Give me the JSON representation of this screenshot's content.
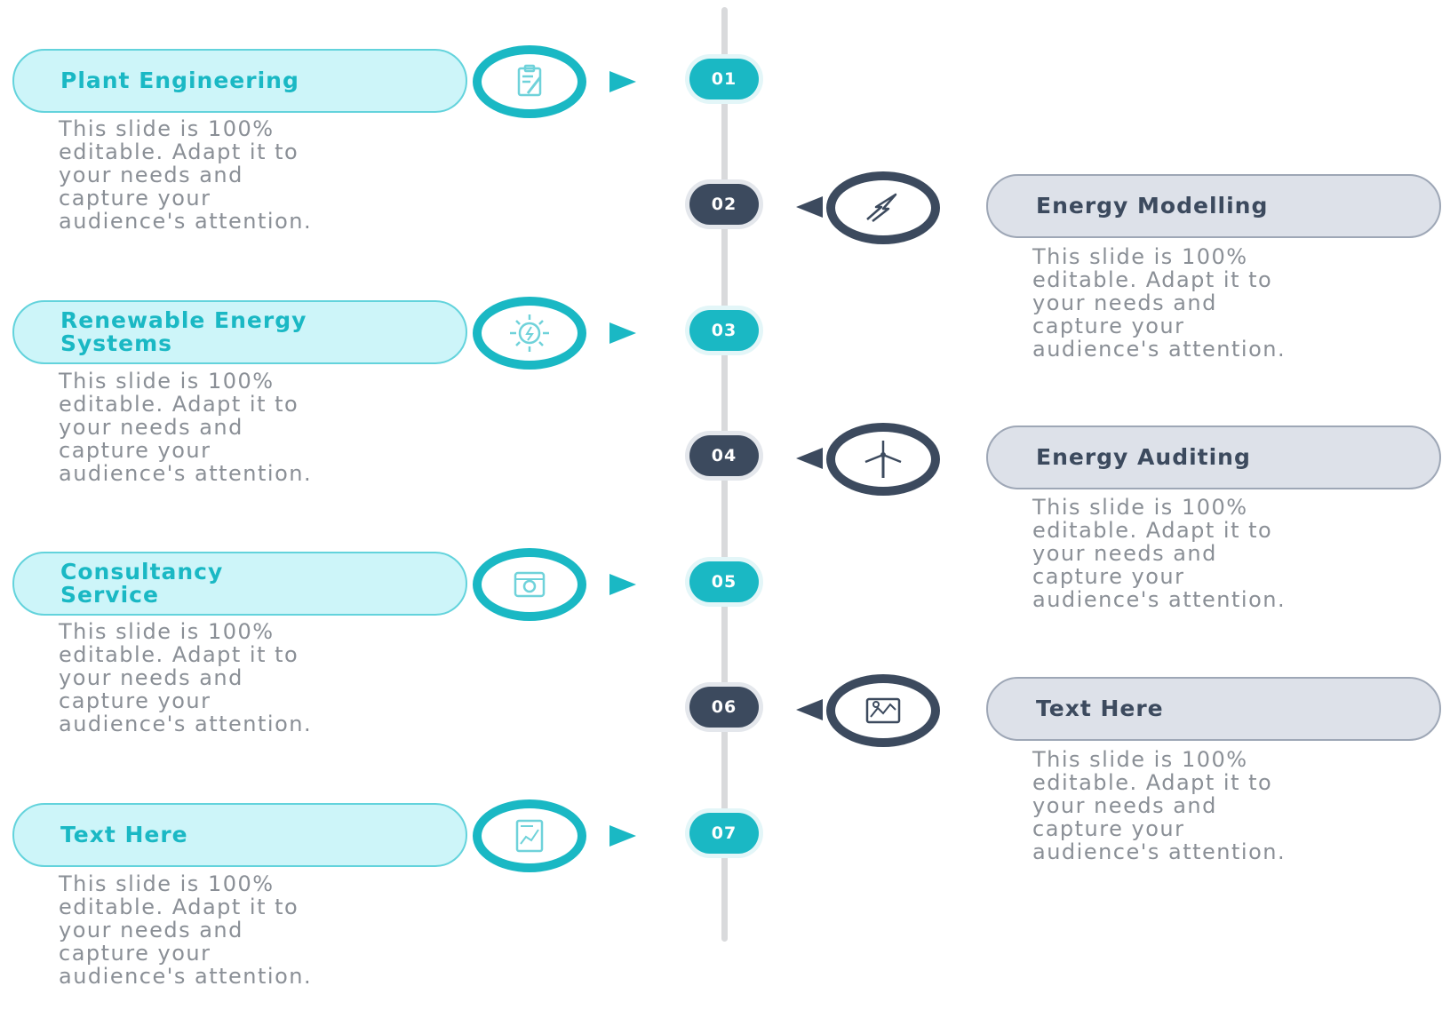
{
  "colors": {
    "teal": "#1ab8c4",
    "navy": "#3c4a5e",
    "teal_pill": "#cdf5f9",
    "navy_pill": "#dde1e9",
    "text": "#8a8f96",
    "spine": "#d9dadc"
  },
  "steps": [
    {
      "number": "01",
      "title": "Plant Engineering",
      "icon": "clipboard-pencil-icon",
      "side": "left",
      "description": "This slide is 100%\neditable. Adapt it to\nyour needs and\ncapture your\naudience's attention."
    },
    {
      "number": "02",
      "title": "Energy Modelling",
      "icon": "lightning-bolt-icon",
      "side": "right",
      "description": "This slide is 100%\neditable. Adapt it to\nyour needs and\ncapture your\naudience's attention."
    },
    {
      "number": "03",
      "title": "Renewable Energy Systems",
      "icon": "sun-energy-icon",
      "side": "left",
      "description": "This slide is 100%\neditable. Adapt it to\nyour needs and\ncapture your\naudience's attention."
    },
    {
      "number": "04",
      "title": "Energy Auditing",
      "icon": "wind-turbine-icon",
      "side": "right",
      "description": "This slide is 100%\neditable. Adapt it to\nyour needs and\ncapture your\naudience's attention."
    },
    {
      "number": "05",
      "title": "Consultancy Service",
      "icon": "consultancy-icon",
      "side": "left",
      "description": "This slide is 100%\neditable. Adapt it to\nyour needs and\ncapture your\naudience's attention."
    },
    {
      "number": "06",
      "title": "Text Here",
      "icon": "map-icon",
      "side": "right",
      "description": "This slide is 100%\neditable. Adapt it to\nyour needs and\ncapture your\naudience's attention."
    },
    {
      "number": "07",
      "title": "Text Here",
      "icon": "chart-document-icon",
      "side": "left",
      "description": "This slide is 100%\neditable. Adapt it to\nyour needs and\ncapture your\naudience's attention."
    }
  ]
}
